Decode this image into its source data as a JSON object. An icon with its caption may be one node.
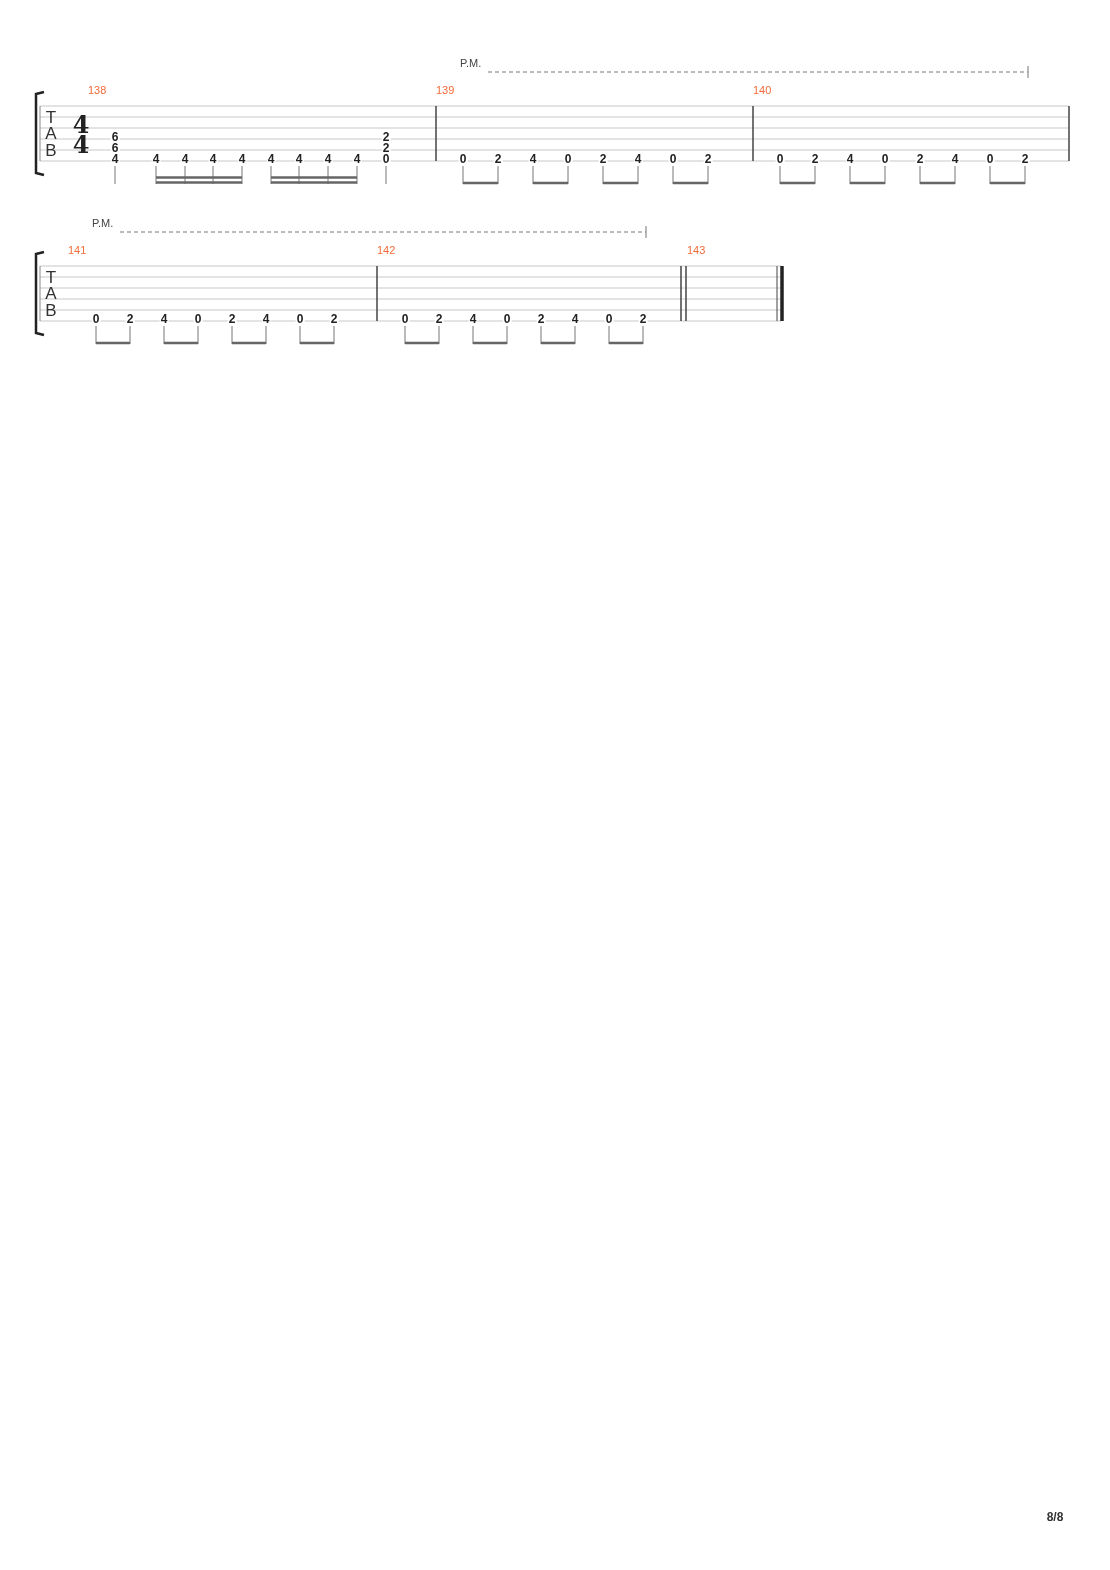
{
  "diagram": {
    "labels": [
      "P.M.",
      "138",
      "139",
      "140",
      "T",
      "A",
      "B",
      "4",
      "4",
      "6",
      "6",
      "4",
      "4",
      "4",
      "4",
      "4",
      "4",
      "4",
      "4",
      "4",
      "2",
      "2",
      "0",
      "0",
      "2",
      "4",
      "0",
      "2",
      "4",
      "0",
      "2",
      "0",
      "2",
      "4",
      "0",
      "2",
      "4",
      "0",
      "2",
      "P.M.",
      "141",
      "142",
      "143",
      "T",
      "A",
      "B",
      "0",
      "2",
      "4",
      "0",
      "2",
      "4",
      "0",
      "2",
      "0",
      "2",
      "4",
      "0",
      "2",
      "4",
      "0",
      "2",
      "8/8"
    ]
  }
}
